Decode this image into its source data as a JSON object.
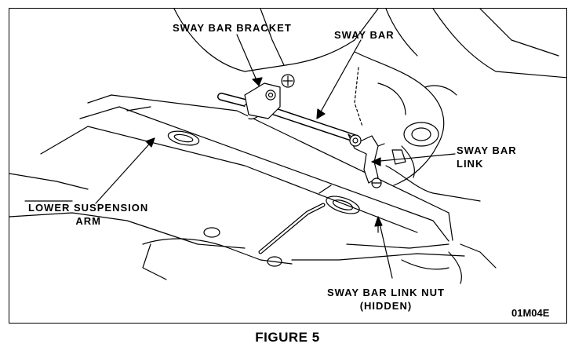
{
  "labels": {
    "sway_bar_bracket": "SWAY BAR BRACKET",
    "sway_bar": "SWAY BAR",
    "sway_bar_link_line1": "SWAY BAR",
    "sway_bar_link_line2": "LINK",
    "lower_suspension_arm_line1": "LOWER SUSPENSION",
    "lower_suspension_arm_line2": "ARM",
    "sway_bar_link_nut_line1": "SWAY BAR LINK NUT",
    "sway_bar_link_nut_line2": "(HIDDEN)"
  },
  "figure_code": "01M04E",
  "caption": "FIGURE 5"
}
